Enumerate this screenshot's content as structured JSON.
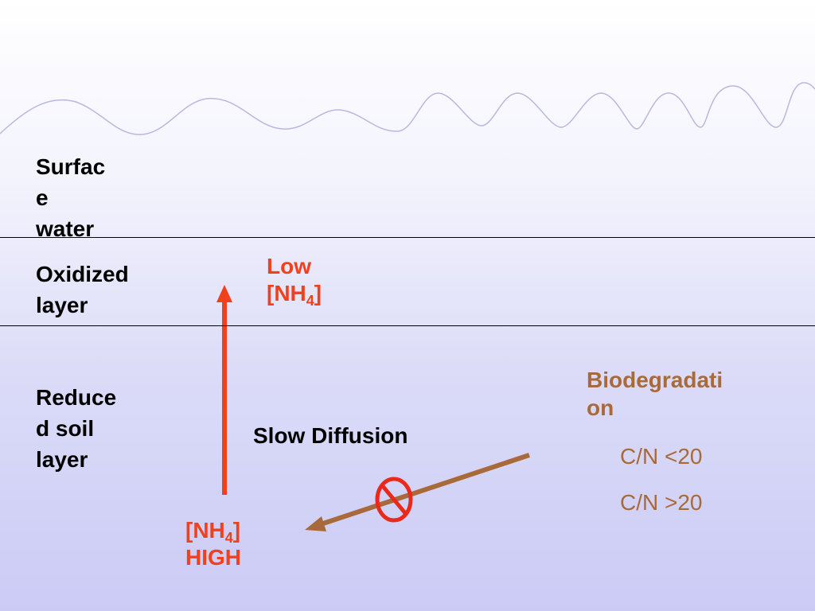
{
  "layers": {
    "surface": "Surfac\ne\nwater",
    "oxidized": "Oxidized\nlayer",
    "reduced": "Reduce\nd soil\nlayer"
  },
  "low_nh4": {
    "line1": "Low",
    "line2_pre": "[NH",
    "line2_sub": "4",
    "line2_post": "]"
  },
  "high_nh4": {
    "line1_pre": "[NH",
    "line1_sub": "4",
    "line1_post": "]",
    "line2": "HIGH"
  },
  "slow_diffusion": "Slow Diffusion",
  "biodegradation": "Biodegradati\non",
  "cn_low": "C/N <20",
  "cn_high": "C/N >20",
  "colors": {
    "red": "#f0401c",
    "brown": "#a86a3a",
    "wave": "#b8b8e0"
  }
}
